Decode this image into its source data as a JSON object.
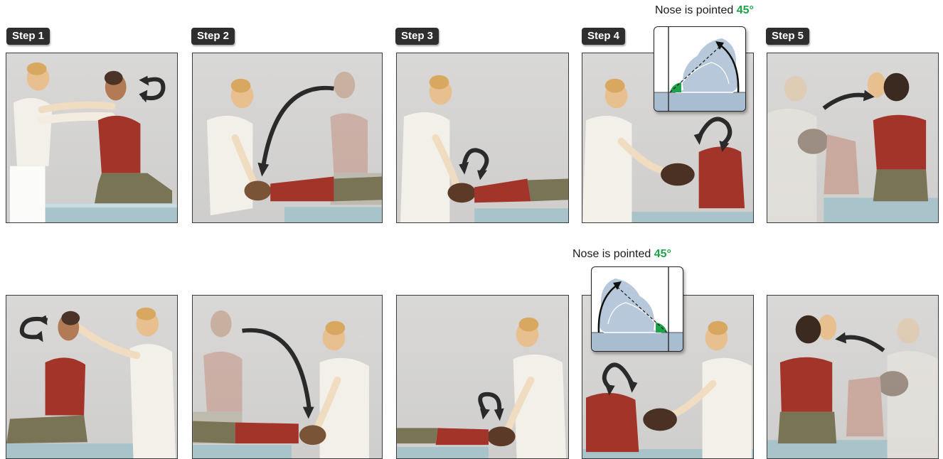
{
  "steps": {
    "s1": "Step 1",
    "s2": "Step 2",
    "s3": "Step 3",
    "s4": "Step 4",
    "s5": "Step 5"
  },
  "caption": {
    "prefix": "Nose is pointed ",
    "angle": "45°"
  },
  "colors": {
    "panel_bg": "#d4d3d1",
    "shirt_red": "#a3342a",
    "pants_khaki": "#7a7457",
    "table_blue": "#9fbcc4",
    "arrow": "#2a2a2a",
    "inset_fill": "#a9bdd0",
    "angle_green": "#1fa24a"
  }
}
